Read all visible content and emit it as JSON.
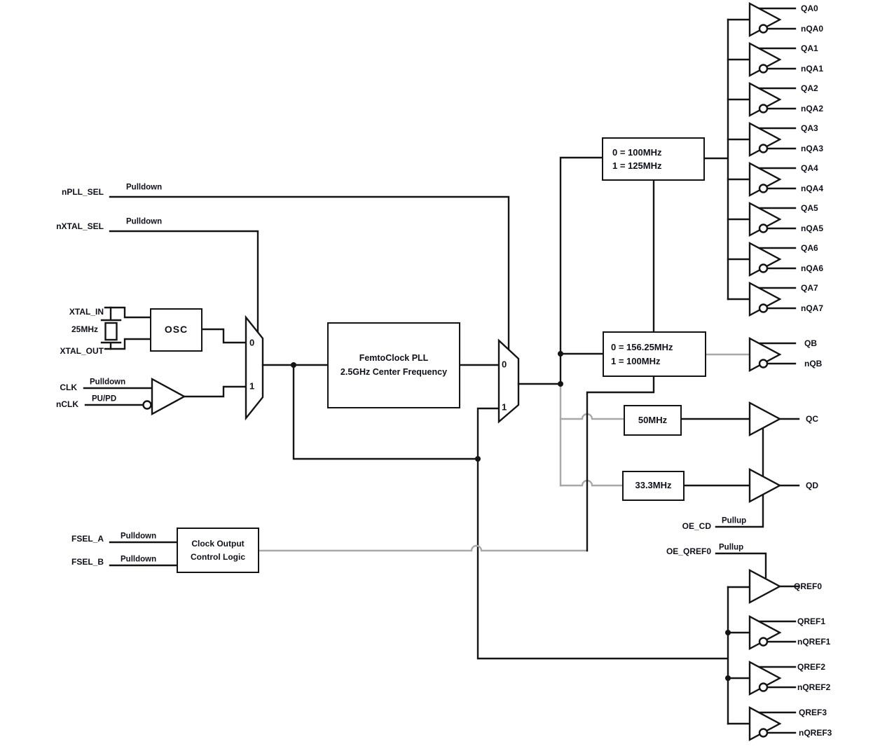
{
  "inputs": {
    "npll_sel": {
      "name": "nPLL_SEL",
      "pull": "Pulldown"
    },
    "nxtal_sel": {
      "name": "nXTAL_SEL",
      "pull": "Pulldown"
    },
    "xtal_in": {
      "name": "XTAL_IN"
    },
    "xtal_freq": {
      "label": "25MHz"
    },
    "xtal_out": {
      "name": "XTAL_OUT"
    },
    "clk": {
      "name": "CLK",
      "pull": "Pulldown"
    },
    "nclk": {
      "name": "nCLK",
      "pull": "PU/PD"
    },
    "fsel_a": {
      "name": "FSEL_A",
      "pull": "Pulldown"
    },
    "fsel_b": {
      "name": "FSEL_B",
      "pull": "Pulldown"
    },
    "oe_cd": {
      "name": "OE_CD",
      "pull": "Pullup"
    },
    "oe_qref0": {
      "name": "OE_QREF0",
      "pull": "Pullup"
    }
  },
  "blocks": {
    "osc": {
      "label": "OSC"
    },
    "pll": {
      "line1": "FemtoClock PLL",
      "line2": "2.5GHz Center Frequency"
    },
    "control": {
      "line1": "Clock Output",
      "line2": "Control Logic"
    },
    "div_a": {
      "line1": "0 = 100MHz",
      "line2": "1 = 125MHz"
    },
    "div_b": {
      "line1": "0 = 156.25MHz",
      "line2": "1 = 100MHz"
    },
    "div_c": {
      "label": "50MHz"
    },
    "div_d": {
      "label": "33.3MHz"
    }
  },
  "muxes": {
    "input_mux": {
      "in0": "0",
      "in1": "1"
    },
    "pll_bypass_mux": {
      "in0": "0",
      "in1": "1"
    }
  },
  "outputs": {
    "qa": [
      {
        "p": "QA0",
        "n": "nQA0"
      },
      {
        "p": "QA1",
        "n": "nQA1"
      },
      {
        "p": "QA2",
        "n": "nQA2"
      },
      {
        "p": "QA3",
        "n": "nQA3"
      },
      {
        "p": "QA4",
        "n": "nQA4"
      },
      {
        "p": "QA5",
        "n": "nQA5"
      },
      {
        "p": "QA6",
        "n": "nQA6"
      },
      {
        "p": "QA7",
        "n": "nQA7"
      }
    ],
    "qb": {
      "p": "QB",
      "n": "nQB"
    },
    "qc": {
      "p": "QC"
    },
    "qd": {
      "p": "QD"
    },
    "qref": [
      {
        "p": "QREF0"
      },
      {
        "p": "QREF1",
        "n": "nQREF1"
      },
      {
        "p": "QREF2",
        "n": "nQREF2"
      },
      {
        "p": "QREF3",
        "n": "nQREF3"
      }
    ]
  },
  "colors": {
    "line": "#141414",
    "gray_line": "#a8a8a8",
    "text": "#10101c",
    "background": "#ffffff"
  }
}
